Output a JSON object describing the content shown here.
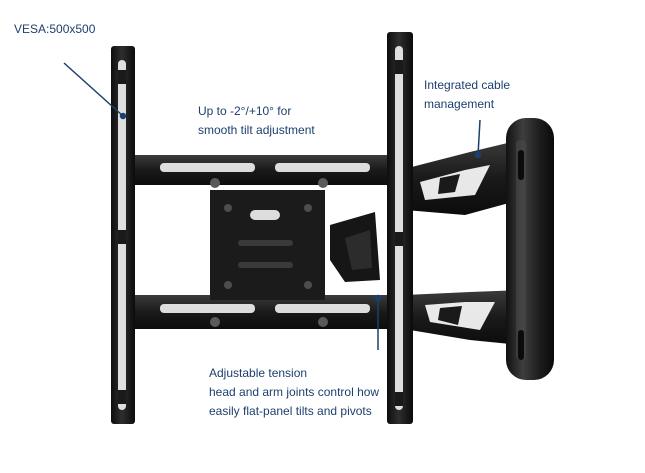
{
  "callouts": {
    "vesa": "VESA:500x500",
    "tilt": [
      "Up to  -2°/+10° for",
      "smooth tilt adjustment"
    ],
    "cable": [
      "Integrated cable",
      "management"
    ],
    "tension": [
      "Adjustable tension",
      "head and arm joints control how",
      "easily flat-panel tilts and pivots"
    ]
  },
  "colors": {
    "text": "#1d3f6e",
    "leader": "#1d3f6e",
    "metal": "#1c1c1c",
    "metal_highlight": "#3a3a3a"
  }
}
